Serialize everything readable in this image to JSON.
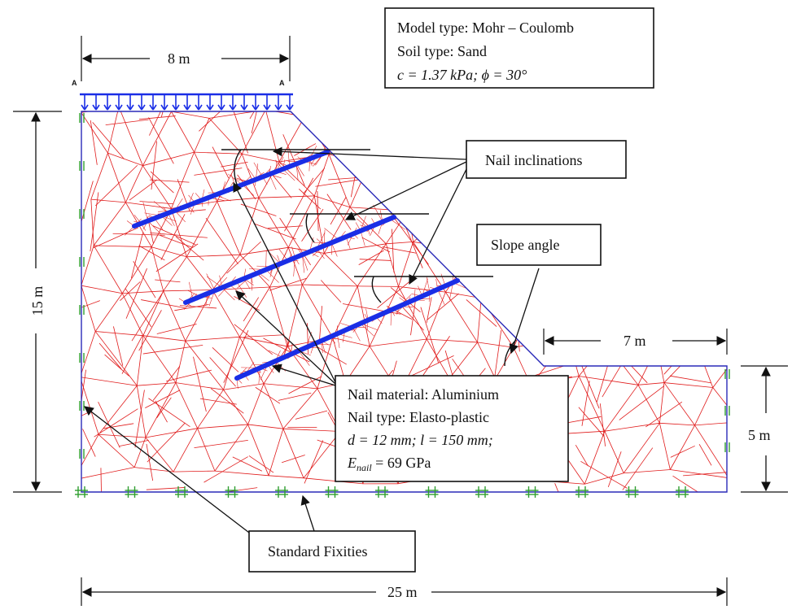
{
  "model_box": {
    "line1": "Model type: Mohr – Coulomb",
    "line2": "Soil type: Sand",
    "line3": "c = 1.37 kPa; ϕ = 30°"
  },
  "nail_box": {
    "line1": "Nail material: Aluminium",
    "line2": "Nail type: Elasto-plastic",
    "line3": "d = 12 mm; l = 150 mm;",
    "line4": "E_nail = 69 GPa"
  },
  "labels": {
    "nail_inclinations": "Nail inclinations",
    "slope_angle": "Slope angle",
    "standard_fixities": "Standard Fixities",
    "point_a": "A"
  },
  "dimensions": {
    "top_width": "8 m",
    "height": "15 m",
    "toe_width": "7 m",
    "toe_height": "5 m",
    "total_width": "25 m"
  },
  "colors": {
    "mesh": "#e01b1b",
    "nail": "#1a2ee6",
    "boundary": "#2a2ab8",
    "fixity": "#2f9e2f"
  }
}
